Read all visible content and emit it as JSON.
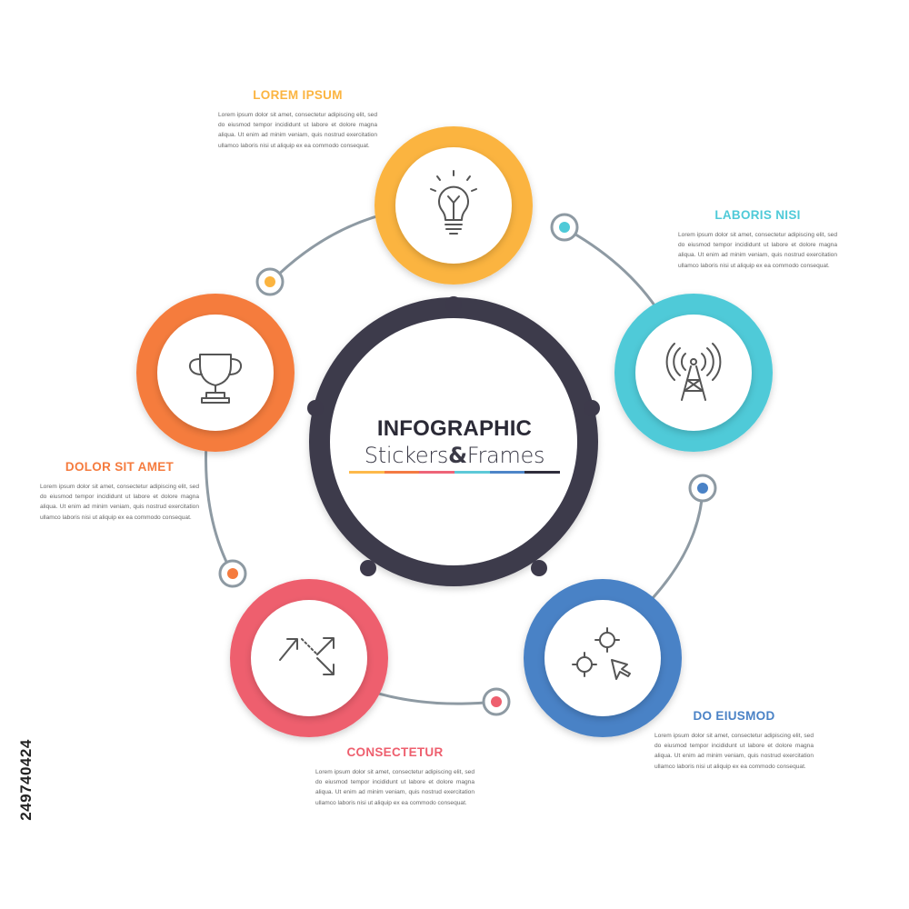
{
  "center": {
    "title": "INFOGRAPHIC",
    "subtitle_a": "Stickers",
    "subtitle_amp": "&",
    "subtitle_b": "Frames",
    "stripe_colors": [
      "#fdb94a",
      "#f47b43",
      "#ee6478",
      "#5dc9d8",
      "#4d85c8",
      "#2f2d3c"
    ]
  },
  "colors": {
    "hub": "#3d3a4b",
    "connector": "#8e9aa3"
  },
  "steps": [
    {
      "title": "LOREM IPSUM",
      "text": "Lorem ipsum dolor sit amet, consectetur adipiscing elit, sed do eiusmod tempor incididunt ut labore et dolore magna aliqua. Ut enim ad minim veniam, quis nostrud exercitation ullamco laboris nisi ut aliquip ex ea commodo consequat.",
      "color": "#fbb440",
      "icon": "lightbulb-icon"
    },
    {
      "title": "LABORIS NISI",
      "text": "Lorem ipsum dolor sit amet, consectetur adipiscing elit, sed do eiusmod tempor incididunt ut labore et dolore magna aliqua. Ut enim ad minim veniam, quis nostrud exercitation ullamco laboris nisi ut aliquip ex ea commodo consequat.",
      "color": "#4fcad8",
      "icon": "antenna-tower-icon"
    },
    {
      "title": "DO EIUSMOD",
      "text": "Lorem ipsum dolor sit amet, consectetur adipiscing elit, sed do eiusmod tempor incididunt ut labore et dolore magna aliqua. Ut enim ad minim veniam, quis nostrud exercitation ullamco laboris nisi ut aliquip ex ea commodo consequat.",
      "color": "#4a82c6",
      "icon": "target-cursor-icon"
    },
    {
      "title": "CONSECTETUR",
      "text": "Lorem ipsum dolor sit amet, consectetur adipiscing elit, sed do eiusmod tempor incididunt ut labore et dolore magna aliqua. Ut enim ad minim veniam, quis nostrud exercitation ullamco laboris nisi ut aliquip ex ea commodo consequat.",
      "color": "#ee5f6e",
      "icon": "trend-arrows-icon"
    },
    {
      "title": "DOLOR SIT AMET",
      "text": "Lorem ipsum dolor sit amet, consectetur adipiscing elit, sed do eiusmod tempor incididunt ut labore et dolore magna aliqua. Ut enim ad minim veniam, quis nostrud exercitation ullamco laboris nisi ut aliquip ex ea commodo consequat.",
      "color": "#f57b3e",
      "icon": "trophy-icon"
    }
  ],
  "stock_id": "249740424"
}
